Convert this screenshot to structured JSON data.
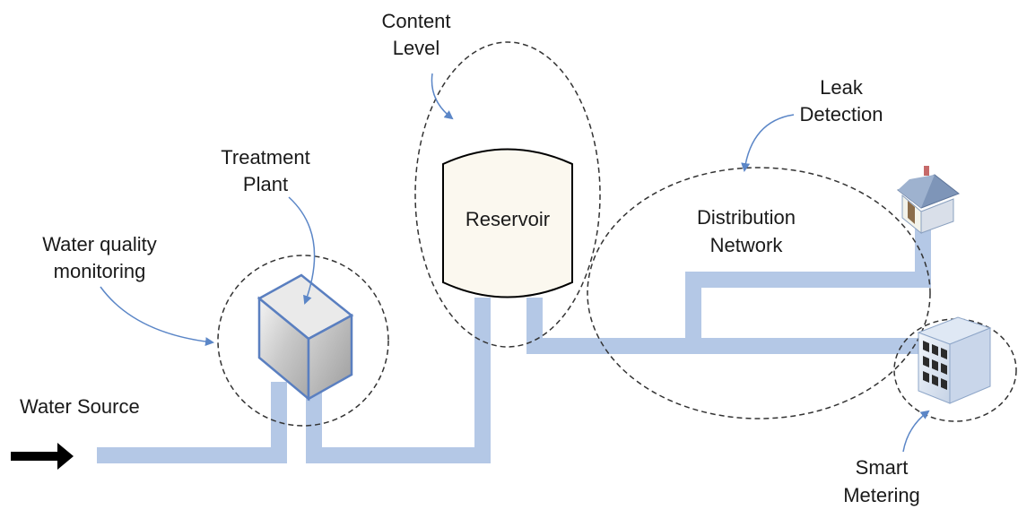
{
  "labels": {
    "water_source": "Water Source",
    "water_quality_line1": "Water quality",
    "water_quality_line2": "monitoring",
    "treatment_line1": "Treatment",
    "treatment_line2": "Plant",
    "content_line1": "Content",
    "content_line2": "Level",
    "reservoir": "Reservoir",
    "leak_line1": "Leak",
    "leak_line2": "Detection",
    "distribution_line1": "Distribution",
    "distribution_line2": "Network",
    "smart_line1": "Smart",
    "smart_line2": "Metering"
  },
  "colors": {
    "pipe": "#b4c8e6",
    "annotation_arrow": "#5b86c7",
    "dashed_circle": "#333333",
    "reservoir_fill": "#fbf8ef",
    "plant_outline": "#5a7fc0"
  },
  "icons": {
    "source_arrow": "right-arrow-icon",
    "plant": "treatment-plant-icon",
    "reservoir": "reservoir-tank-icon",
    "house": "house-icon",
    "building": "building-icon"
  }
}
